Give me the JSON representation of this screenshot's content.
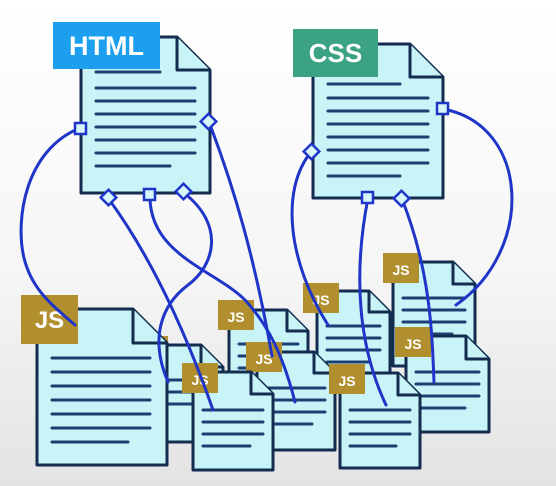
{
  "colors": {
    "html_tag": "#1d9fef",
    "css_tag": "#3ba283",
    "js_tag": "#b18f2e",
    "link": "#1e35c8",
    "doc_fill": "#c9f4f7",
    "doc_stroke": "#132c4f"
  },
  "labels": {
    "html": "HTML",
    "css": "CSS",
    "js": "JS"
  }
}
